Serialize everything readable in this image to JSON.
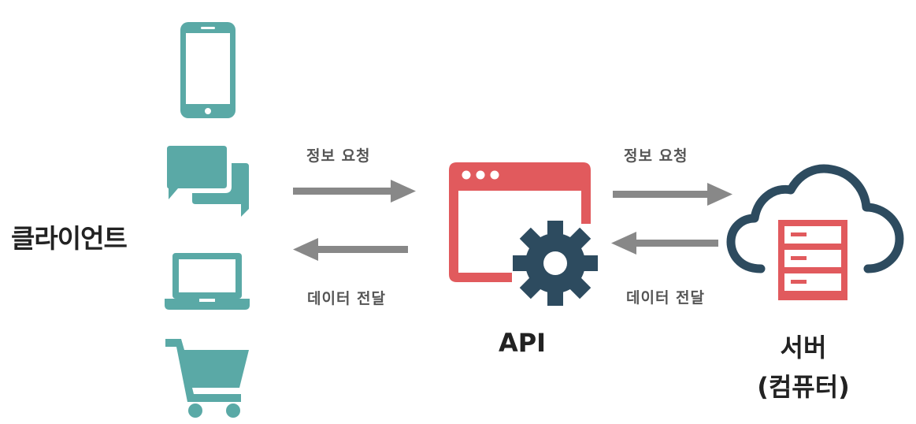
{
  "client": {
    "label": "클라이언트",
    "devices": [
      "smartphone-icon",
      "chat-bubbles-icon",
      "laptop-icon",
      "shopping-cart-icon"
    ]
  },
  "flow_left": {
    "request_label": "정보 요청",
    "response_label": "데이터 전달"
  },
  "api": {
    "label": "API",
    "icon": "browser-window-gear-icon"
  },
  "flow_right": {
    "request_label": "정보 요청",
    "response_label": "데이터 전달"
  },
  "server": {
    "label_line1": "서버",
    "label_line2": "(컴퓨터)",
    "icon": "cloud-server-icon"
  },
  "colors": {
    "teal": "#5aa9a6",
    "red": "#e15a5d",
    "navy": "#2d4b5f",
    "arrow": "#888888",
    "text": "#222222"
  }
}
